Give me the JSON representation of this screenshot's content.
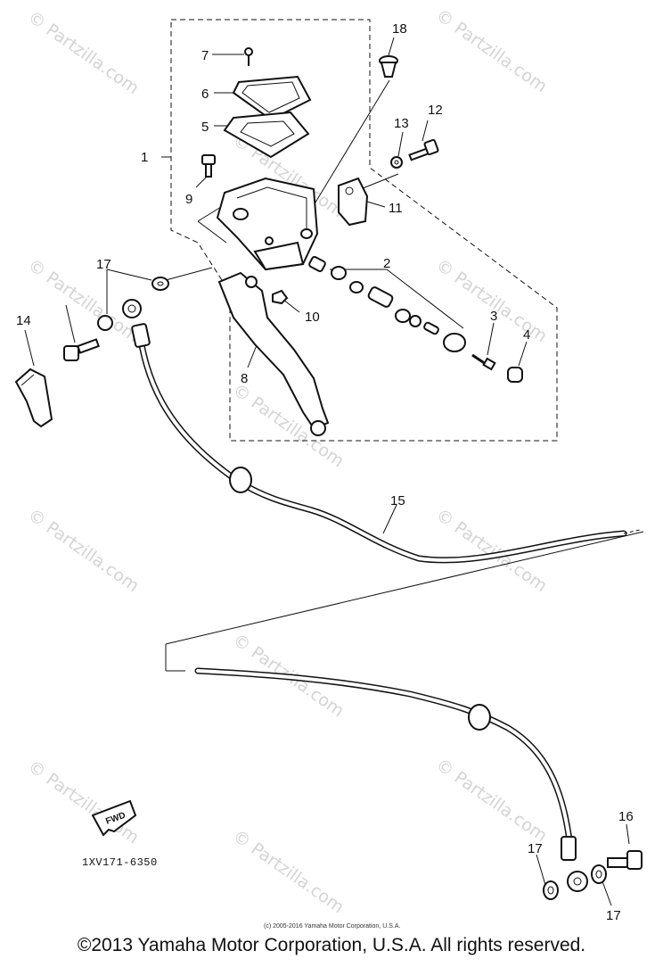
{
  "watermarks": [
    {
      "text": "© Partzilla.com"
    },
    {
      "text": "© Partzilla.com"
    },
    {
      "text": "© Partzilla.com"
    },
    {
      "text": "© Partzilla.com"
    },
    {
      "text": "© Partzilla.com"
    },
    {
      "text": "© Partzilla.com"
    },
    {
      "text": "© Partzilla.com"
    },
    {
      "text": "© Partzilla.com"
    },
    {
      "text": "© Partzilla.com"
    },
    {
      "text": "© Partzilla.com"
    },
    {
      "text": "© Partzilla.com"
    },
    {
      "text": "© Partzilla.com"
    }
  ],
  "callouts": [
    {
      "label": "1"
    },
    {
      "label": "2"
    },
    {
      "label": "3"
    },
    {
      "label": "4"
    },
    {
      "label": "5"
    },
    {
      "label": "6"
    },
    {
      "label": "7"
    },
    {
      "label": "8"
    },
    {
      "label": "9"
    },
    {
      "label": "10"
    },
    {
      "label": "11"
    },
    {
      "label": "12"
    },
    {
      "label": "13"
    },
    {
      "label": "14"
    },
    {
      "label": "15"
    },
    {
      "label": "16"
    },
    {
      "label": "17"
    },
    {
      "label": "17"
    },
    {
      "label": "17"
    },
    {
      "label": "18"
    }
  ],
  "fwd_label": "FWD",
  "diagram_code": "1XV171-6350",
  "small_copyright": "(c) 2005-2016 Yamaha Motor Corporation, U.S.A.",
  "footer_copyright": "©2013 Yamaha Motor Corporation, U.S.A. All rights reserved."
}
